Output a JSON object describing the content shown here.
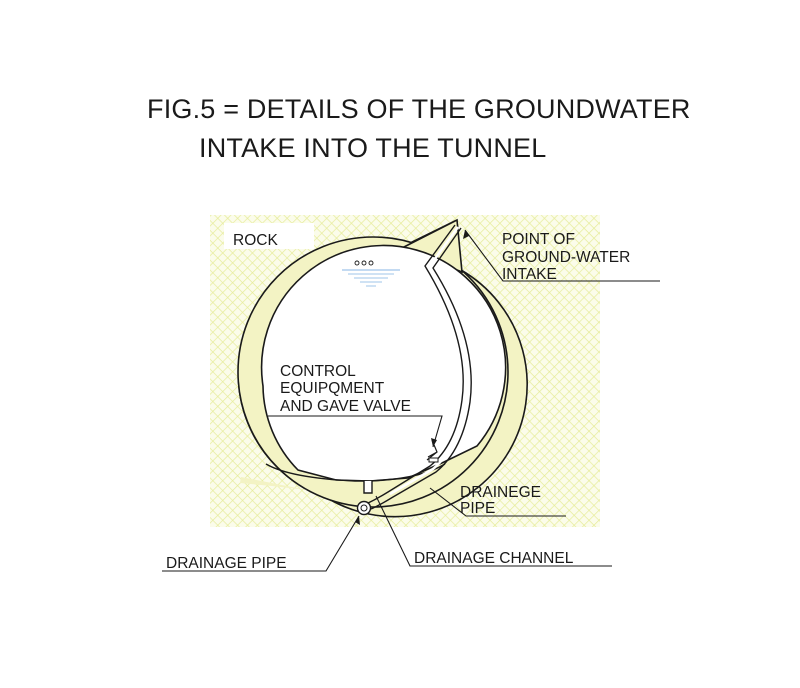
{
  "title": {
    "line1": "FIG.5 = DETAILS OF THE GROUNDWATER",
    "line2": "INTAKE INTO THE TUNNEL"
  },
  "labels": {
    "rock": "ROCK",
    "intake": [
      "POINT OF",
      "GROUND-WATER",
      "INTAKE"
    ],
    "control": [
      "CONTROL",
      "EQUIPQMENT",
      "AND GAVE VALVE"
    ],
    "drainege_pipe": [
      "DRAINEGE",
      "PIPE"
    ],
    "drainage_pipe": "DRAINAGE PIPE",
    "drainage_channel": "DRAINAGE CHANNEL"
  },
  "colors": {
    "rock_hatch": "#eef2a8",
    "lining_fill": "#f3f3c4",
    "line": "#1a1a1a"
  }
}
